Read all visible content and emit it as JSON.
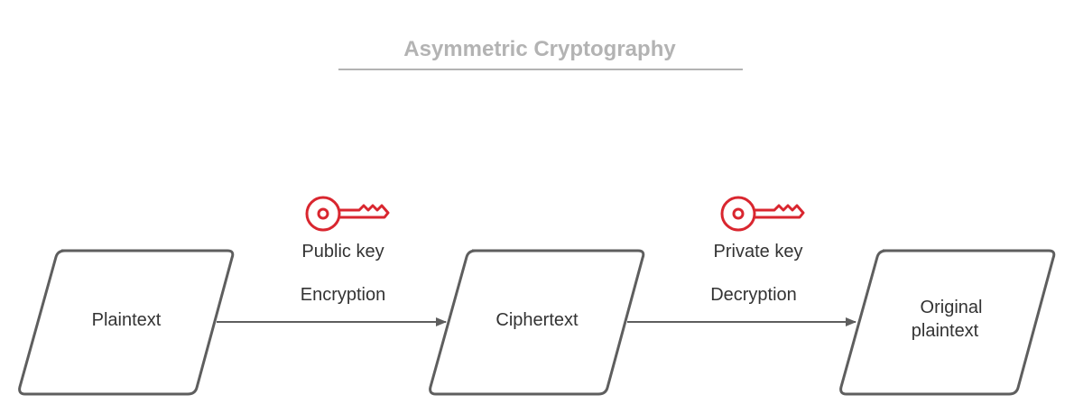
{
  "title": "Asymmetric Cryptography",
  "nodes": [
    {
      "id": "plaintext",
      "lines": [
        "Plaintext"
      ]
    },
    {
      "id": "ciphertext",
      "lines": [
        "Ciphertext"
      ]
    },
    {
      "id": "original",
      "lines": [
        "Original",
        "plaintext"
      ]
    }
  ],
  "edges": [
    {
      "from": "plaintext",
      "to": "ciphertext",
      "label": "Encryption",
      "key_label": "Public key",
      "key_icon": "key-icon"
    },
    {
      "from": "ciphertext",
      "to": "original",
      "label": "Decryption",
      "key_label": "Private key",
      "key_icon": "key-icon"
    }
  ],
  "colors": {
    "title": "#b3b3b3",
    "title_rule": "#b3b3b3",
    "shape_stroke": "#5e5e5e",
    "text": "#333333",
    "arrow": "#5e5e5e",
    "key": "#d9262f"
  }
}
